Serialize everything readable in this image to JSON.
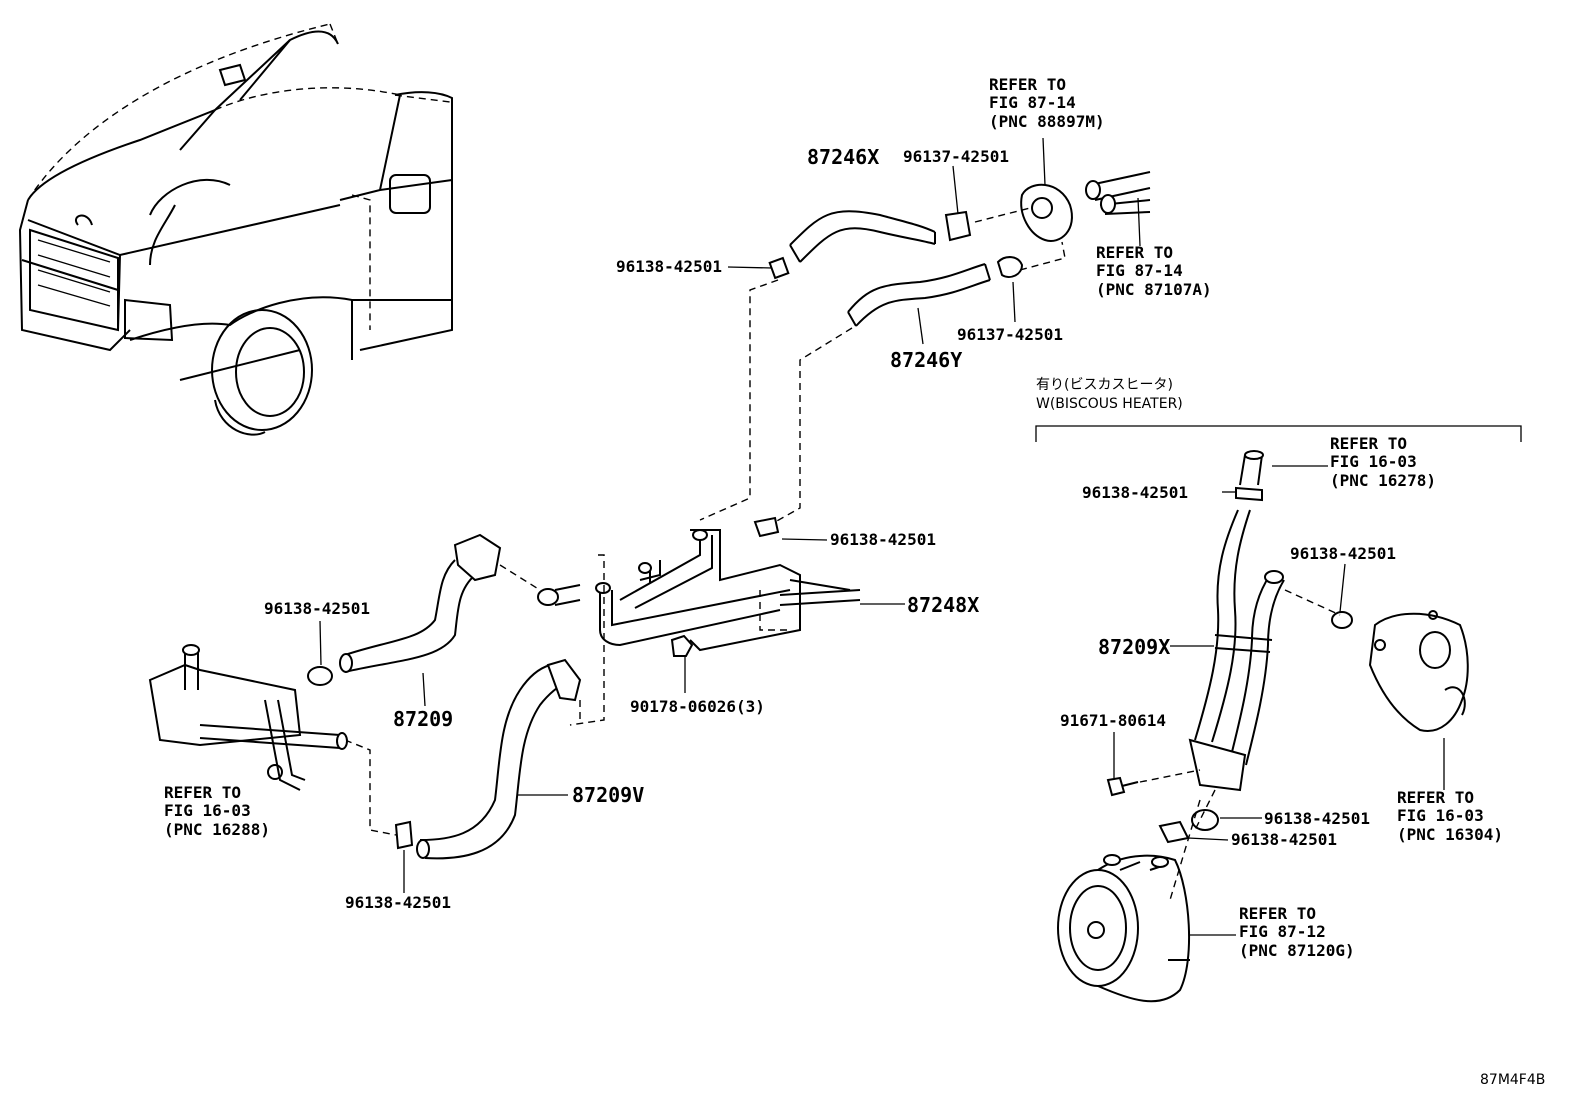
{
  "labels": {
    "p87246X": "87246X",
    "p87246Y": "87246Y",
    "p96137_top": "96137-42501",
    "p96137_mid": "96137-42501",
    "p96138_upper": "96138-42501",
    "p96138_center": "96138-42501",
    "p96138_left": "96138-42501",
    "p96138_bottom": "96138-42501",
    "p87248X": "87248X",
    "p90178": "90178-06026(3)",
    "p87209": "87209",
    "p87209V": "87209V",
    "ref_88897M": [
      "REFER TO",
      "FIG 87-14",
      "(PNC 88897M)"
    ],
    "ref_87107A": [
      "REFER TO",
      "FIG 87-14",
      "(PNC 87107A)"
    ],
    "ref_16288": [
      "REFER TO",
      "FIG 16-03",
      "(PNC 16288)"
    ]
  },
  "viscous_section": {
    "title_jp": "有り(ビスカスヒータ)",
    "title_en": "W(BISCOUS HEATER)",
    "p96138_a": "96138-42501",
    "p96138_b": "96138-42501",
    "p96138_c": "96138-42501",
    "p96138_d": "96138-42501",
    "p87209X": "87209X",
    "p91671": "91671-80614",
    "ref_16278": [
      "REFER TO",
      "FIG 16-03",
      "(PNC 16278)"
    ],
    "ref_16304": [
      "REFER TO",
      "FIG 16-03",
      "(PNC 16304)"
    ],
    "ref_87120G": [
      "REFER TO",
      "FIG 87-12",
      "(PNC 87120G)"
    ]
  },
  "drawing_code": "87M4F4B"
}
